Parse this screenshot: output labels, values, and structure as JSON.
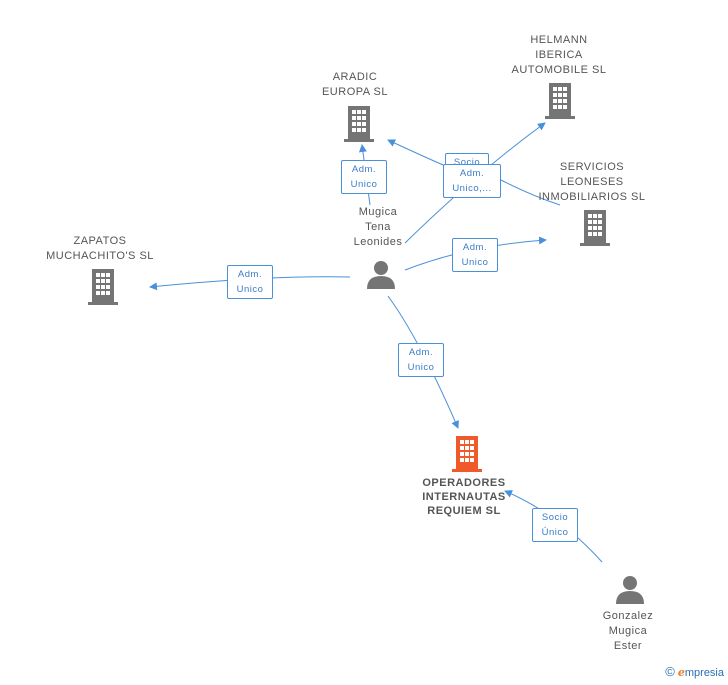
{
  "colors": {
    "company": "#757575",
    "focus": "#f05a2b",
    "person": "#757575",
    "edge": "#4a90d9"
  },
  "nodes": {
    "aradic": {
      "label": [
        "ARADIC",
        "EUROPA SL"
      ],
      "icon": "building-icon"
    },
    "helmann": {
      "label": [
        "HELMANN",
        "IBERICA",
        "AUTOMOBILE SL"
      ],
      "icon": "building-icon"
    },
    "servicios": {
      "label": [
        "SERVICIOS",
        "LEONESES",
        "INMOBILIARIOS SL"
      ],
      "icon": "building-icon"
    },
    "zapatos": {
      "label": [
        "ZAPATOS",
        "MUCHACHITO'S SL"
      ],
      "icon": "building-icon"
    },
    "mugica": {
      "label": [
        "Mugica",
        "Tena",
        "Leonides"
      ],
      "icon": "person-icon"
    },
    "operadores": {
      "label": [
        "OPERADORES",
        "INTERNAUTAS",
        "REQUIEM SL"
      ],
      "icon": "building-icon"
    },
    "gonzalez": {
      "label": [
        "Gonzalez",
        "Mugica",
        "Ester"
      ],
      "icon": "person-icon"
    }
  },
  "edge_labels": {
    "aradic": [
      "Adm.",
      "Unico"
    ],
    "socio_behind": [
      "Socio"
    ],
    "helmann": [
      "Adm.",
      "Unico,..."
    ],
    "servicios": [
      "Adm.",
      "Unico"
    ],
    "zapatos": [
      "Adm.",
      "Unico"
    ],
    "operadores": [
      "Adm.",
      "Unico"
    ],
    "gonzalez": [
      "Socio",
      "Único"
    ]
  },
  "brand": {
    "copyright": "©",
    "initial": "e",
    "rest": "mpresia"
  }
}
